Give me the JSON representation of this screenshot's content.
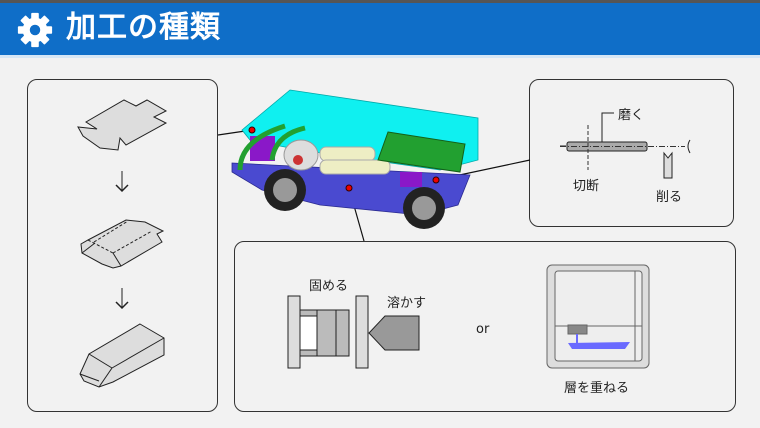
{
  "header": {
    "title": "加工の種類",
    "icon": "gear-icon",
    "color": "#0f6ec8"
  },
  "lathe_panel": {
    "polish": "磨く",
    "cut": "切断",
    "shave": "削る"
  },
  "molding_panel": {
    "clamp": "固める",
    "melt": "溶かす",
    "or": "or",
    "layer": "層を重ねる"
  }
}
